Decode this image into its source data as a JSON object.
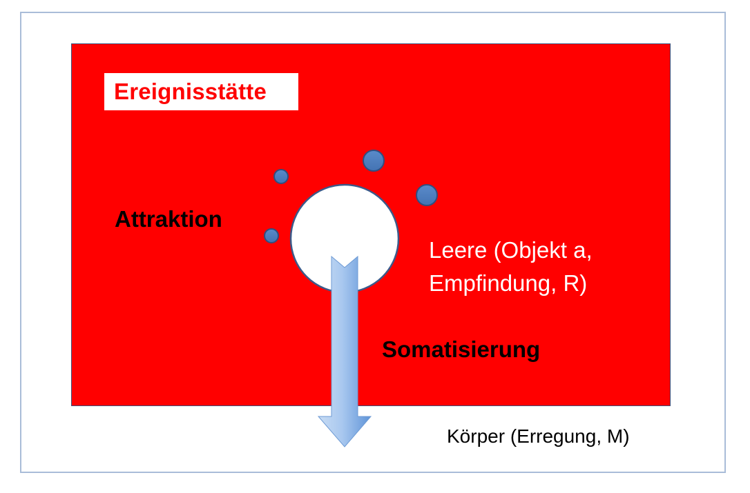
{
  "diagram": {
    "title": "Ereignisstätte",
    "attraction_label": "Attraktion",
    "void_label_line1": "Leere (Objekt a,",
    "void_label_line2": "Empfindung, R)",
    "arrow_label": "Somatisierung",
    "body_label": "Körper (Erregung, M)"
  },
  "colors": {
    "field": "#ff0000",
    "title_text": "#ff0000",
    "void_circle_fill": "#ffffff",
    "void_circle_stroke": "#3b5a8a",
    "dots_fill": "#4f7fbf",
    "dots_stroke": "#2f4f80",
    "arrow_light": "#c8dcf4",
    "arrow_dark": "#5f94d8",
    "frame_border": "#a9bcd8"
  }
}
